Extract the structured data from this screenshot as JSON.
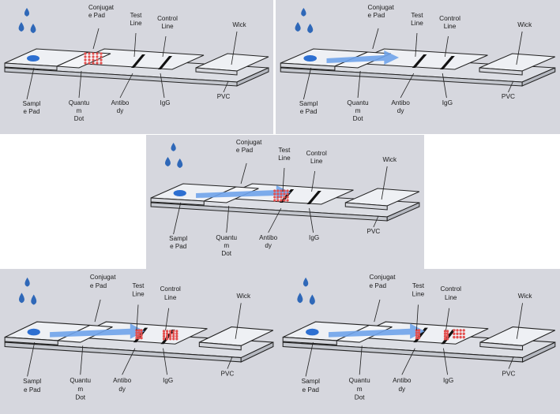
{
  "labels": {
    "conjugate_pad": [
      "Conjugat",
      "e Pad"
    ],
    "test_line": [
      "Test",
      "Line"
    ],
    "control_line": [
      "Control",
      "Line"
    ],
    "wick": [
      "Wick"
    ],
    "sample_pad": [
      "Sampl",
      "e Pad"
    ],
    "quantum_dot": [
      "Quantu",
      "m",
      "Dot"
    ],
    "antibody": [
      "Antibo",
      "dy"
    ],
    "igg": [
      "IgG"
    ],
    "pvc": [
      "PVC"
    ]
  },
  "panels": [
    {
      "id": "panel-1",
      "stage": 1
    },
    {
      "id": "panel-2",
      "stage": 2
    },
    {
      "id": "panel-3",
      "stage": 3
    },
    {
      "id": "panel-4",
      "stage": 4
    },
    {
      "id": "panel-5",
      "stage": 5
    }
  ],
  "colors": {
    "background": "#d6d7de",
    "strip_face": "#eef0f4",
    "outline": "#222222",
    "drop": "#2f68b8",
    "sample_spot": "#2d6fd1",
    "flow_arrow": "#6fa3ea",
    "quantum_dot": "#e4504f",
    "line_band": "#111111"
  },
  "icons": [
    "water-drop-icon",
    "flow-arrow-icon"
  ]
}
